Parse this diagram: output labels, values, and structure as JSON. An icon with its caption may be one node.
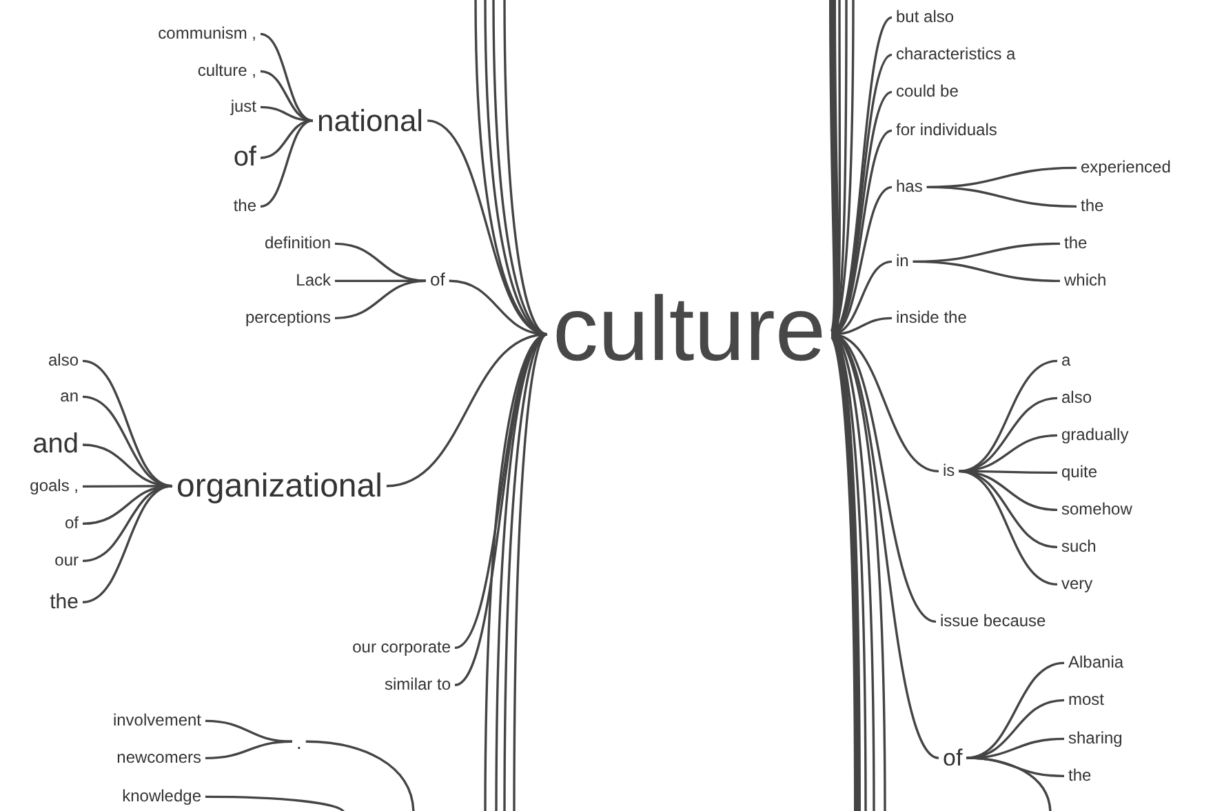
{
  "diagram": {
    "nodes": [
      {
        "text": [
          "culture"
        ]
      },
      {
        "text": [
          "national"
        ]
      },
      {
        "text": [
          "communism ,"
        ]
      },
      {
        "text": [
          "culture ,"
        ]
      },
      {
        "text": [
          "just"
        ]
      },
      {
        "text": [
          "of"
        ]
      },
      {
        "text": [
          "the"
        ]
      },
      {
        "text": [
          "of"
        ]
      },
      {
        "text": [
          "definition"
        ]
      },
      {
        "text": [
          "Lack"
        ]
      },
      {
        "text": [
          "perceptions"
        ]
      },
      {
        "text": [
          "organizational"
        ]
      },
      {
        "text": [
          "also"
        ]
      },
      {
        "text": [
          "an"
        ]
      },
      {
        "text": [
          "and"
        ]
      },
      {
        "text": [
          "goals ,"
        ]
      },
      {
        "text": [
          "of"
        ]
      },
      {
        "text": [
          "our"
        ]
      },
      {
        "text": [
          "the"
        ]
      },
      {
        "text": [
          "our corporate"
        ]
      },
      {
        "text": [
          "similar to"
        ]
      },
      {
        "text": [
          "."
        ]
      },
      {
        "text": [
          "involvement"
        ]
      },
      {
        "text": [
          "newcomers"
        ]
      },
      {
        "text": [
          "knowledge"
        ]
      },
      {
        "text": [
          "but also"
        ]
      },
      {
        "text": [
          "characteristics a"
        ]
      },
      {
        "text": [
          "could be"
        ]
      },
      {
        "text": [
          "for individuals"
        ]
      },
      {
        "text": [
          "has"
        ]
      },
      {
        "text": [
          "experienced"
        ]
      },
      {
        "text": [
          "the"
        ]
      },
      {
        "text": [
          "in"
        ]
      },
      {
        "text": [
          "the"
        ]
      },
      {
        "text": [
          "which"
        ]
      },
      {
        "text": [
          "inside the"
        ]
      },
      {
        "text": [
          "is"
        ]
      },
      {
        "text": [
          "a"
        ]
      },
      {
        "text": [
          "also"
        ]
      },
      {
        "text": [
          "gradually"
        ]
      },
      {
        "text": [
          "quite"
        ]
      },
      {
        "text": [
          "somehow"
        ]
      },
      {
        "text": [
          "such"
        ]
      },
      {
        "text": [
          "very"
        ]
      },
      {
        "text": [
          "issue because"
        ]
      },
      {
        "text": [
          "of"
        ]
      },
      {
        "text": [
          "Albania"
        ]
      },
      {
        "text": [
          "most"
        ]
      },
      {
        "text": [
          "sharing"
        ]
      },
      {
        "text": [
          "the"
        ]
      }
    ],
    "edges": [
      {
        "from": 2,
        "to": 1,
        "arrow": "none"
      },
      {
        "from": 3,
        "to": 1,
        "arrow": "none"
      },
      {
        "from": 4,
        "to": 1,
        "arrow": "none"
      },
      {
        "from": 5,
        "to": 1,
        "arrow": "none"
      },
      {
        "from": 6,
        "to": 1,
        "arrow": "none"
      },
      {
        "from": 1,
        "to": 0,
        "arrow": "none"
      },
      {
        "from": 8,
        "to": 7,
        "arrow": "none"
      },
      {
        "from": 9,
        "to": 7,
        "arrow": "none"
      },
      {
        "from": 10,
        "to": 7,
        "arrow": "none"
      },
      {
        "from": 7,
        "to": 0,
        "arrow": "none"
      },
      {
        "from": 12,
        "to": 11,
        "arrow": "none"
      },
      {
        "from": 13,
        "to": 11,
        "arrow": "none"
      },
      {
        "from": 14,
        "to": 11,
        "arrow": "none"
      },
      {
        "from": 15,
        "to": 11,
        "arrow": "none"
      },
      {
        "from": 16,
        "to": 11,
        "arrow": "none"
      },
      {
        "from": 17,
        "to": 11,
        "arrow": "none"
      },
      {
        "from": 18,
        "to": 11,
        "arrow": "none"
      },
      {
        "from": 11,
        "to": 0,
        "arrow": "none"
      },
      {
        "from": 19,
        "to": 0,
        "arrow": "none"
      },
      {
        "from": 20,
        "to": 0,
        "arrow": "none"
      },
      {
        "from": 22,
        "to": 21,
        "arrow": "none"
      },
      {
        "from": 23,
        "to": 21,
        "arrow": "none"
      },
      {
        "from": 21,
        "to": null,
        "arrow": "none"
      },
      {
        "from": 24,
        "to": null,
        "arrow": "none"
      },
      {
        "from": null,
        "to": 0,
        "arrow": "none"
      },
      {
        "from": null,
        "to": 0,
        "arrow": "none"
      },
      {
        "from": null,
        "to": 0,
        "arrow": "none"
      },
      {
        "from": null,
        "to": 0,
        "arrow": "none"
      },
      {
        "from": null,
        "to": 0,
        "arrow": "none"
      },
      {
        "from": null,
        "to": 0,
        "arrow": "none"
      },
      {
        "from": null,
        "to": 0,
        "arrow": "none"
      },
      {
        "from": null,
        "to": 0,
        "arrow": "none"
      },
      {
        "from": 0,
        "to": 25,
        "arrow": "none"
      },
      {
        "from": 0,
        "to": 26,
        "arrow": "none"
      },
      {
        "from": 0,
        "to": 27,
        "arrow": "none"
      },
      {
        "from": 0,
        "to": 28,
        "arrow": "none"
      },
      {
        "from": 0,
        "to": 29,
        "arrow": "none"
      },
      {
        "from": 29,
        "to": 30,
        "arrow": "none"
      },
      {
        "from": 29,
        "to": 31,
        "arrow": "none"
      },
      {
        "from": 0,
        "to": 32,
        "arrow": "none"
      },
      {
        "from": 32,
        "to": 33,
        "arrow": "none"
      },
      {
        "from": 32,
        "to": 34,
        "arrow": "none"
      },
      {
        "from": 0,
        "to": 35,
        "arrow": "none"
      },
      {
        "from": 0,
        "to": 36,
        "arrow": "none"
      },
      {
        "from": 36,
        "to": 37,
        "arrow": "none"
      },
      {
        "from": 36,
        "to": 38,
        "arrow": "none"
      },
      {
        "from": 36,
        "to": 39,
        "arrow": "none"
      },
      {
        "from": 36,
        "to": 40,
        "arrow": "none"
      },
      {
        "from": 36,
        "to": 41,
        "arrow": "none"
      },
      {
        "from": 36,
        "to": 42,
        "arrow": "none"
      },
      {
        "from": 36,
        "to": 43,
        "arrow": "none"
      },
      {
        "from": 0,
        "to": 44,
        "arrow": "none"
      },
      {
        "from": 0,
        "to": 45,
        "arrow": "none"
      },
      {
        "from": 45,
        "to": 46,
        "arrow": "none"
      },
      {
        "from": 45,
        "to": 47,
        "arrow": "none"
      },
      {
        "from": 45,
        "to": 48,
        "arrow": "none"
      },
      {
        "from": 45,
        "to": 49,
        "arrow": "none"
      },
      {
        "from": 45,
        "to": null,
        "arrow": "none"
      },
      {
        "from": 0,
        "to": null,
        "arrow": "none",
        "style": "thick"
      },
      {
        "from": 0,
        "to": null,
        "arrow": "none"
      },
      {
        "from": 0,
        "to": null,
        "arrow": "none"
      },
      {
        "from": 0,
        "to": null,
        "arrow": "none"
      },
      {
        "from": 0,
        "to": null,
        "arrow": "none",
        "style": "thick"
      },
      {
        "from": 0,
        "to": null,
        "arrow": "none"
      },
      {
        "from": 0,
        "to": null,
        "arrow": "none"
      },
      {
        "from": 0,
        "to": null,
        "arrow": "none"
      }
    ]
  }
}
